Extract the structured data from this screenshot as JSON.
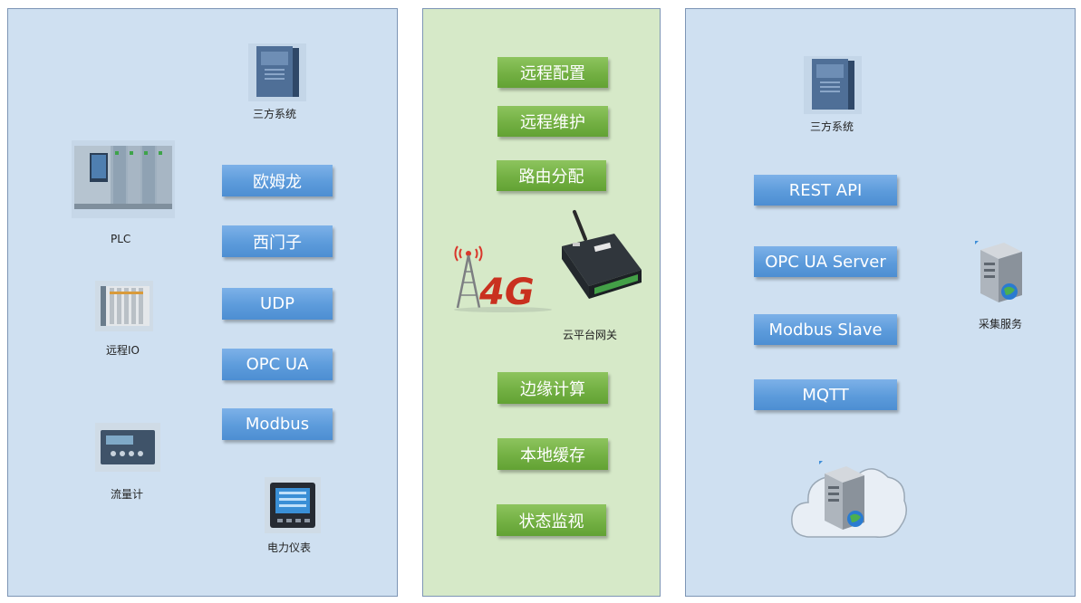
{
  "left_panel": {
    "devices": {
      "third_party": "三方系统",
      "plc": "PLC",
      "remote_io": "远程IO",
      "flowmeter": "流量计",
      "power_meter": "电力仪表"
    },
    "protocols": [
      "欧姆龙",
      "西门子",
      "UDP",
      "OPC UA",
      "Modbus"
    ]
  },
  "middle_panel": {
    "functions_top": [
      "远程配置",
      "远程维护",
      "路由分配"
    ],
    "gateway_label": "云平台网关",
    "functions_bottom": [
      "边缘计算",
      "本地缓存",
      "状态监视"
    ]
  },
  "right_panel": {
    "third_party": "三方系统",
    "interfaces": [
      "REST API",
      "OPC UA Server",
      "Modbus Slave",
      "MQTT"
    ],
    "collection_service": "采集服务"
  },
  "colors": {
    "blue_panel": "#cfe0f1",
    "green_panel": "#d6e9c8",
    "blue_button": "#5c9bdb",
    "green_button": "#73b043"
  }
}
